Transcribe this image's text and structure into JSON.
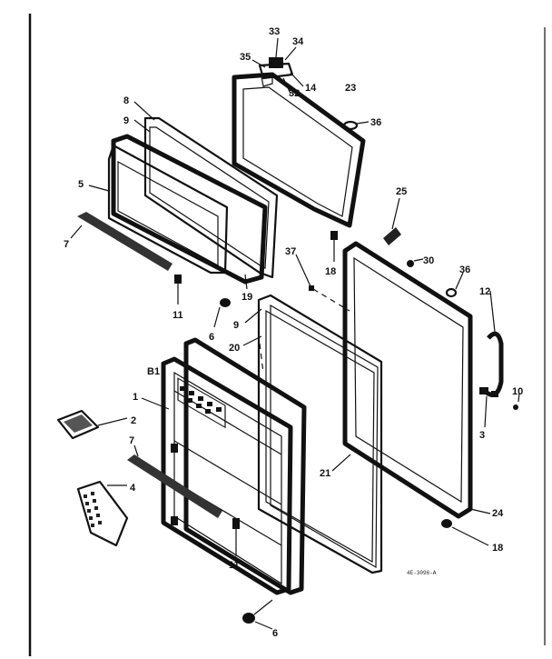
{
  "labels": {
    "l33": "33",
    "l34": "34",
    "l35": "35",
    "l14": "14",
    "l32": "32",
    "l23": "23",
    "l36a": "36",
    "l8": "8",
    "l9a": "9",
    "l5": "5",
    "l7a": "7",
    "l25": "25",
    "l37": "37",
    "l18a": "18",
    "l30": "30",
    "l36b": "36",
    "l19": "19",
    "l11a": "11",
    "l6a": "6",
    "l9b": "9",
    "l12": "12",
    "l20": "20",
    "l10": "10",
    "l3": "3",
    "lb1": "B1",
    "l1": "1",
    "l2": "2",
    "l7b": "7",
    "l4": "4",
    "l21": "21",
    "l24": "24",
    "l11b": "11",
    "l18b": "18",
    "l6b": "6"
  },
  "drawing_code": "4E-3096-A"
}
